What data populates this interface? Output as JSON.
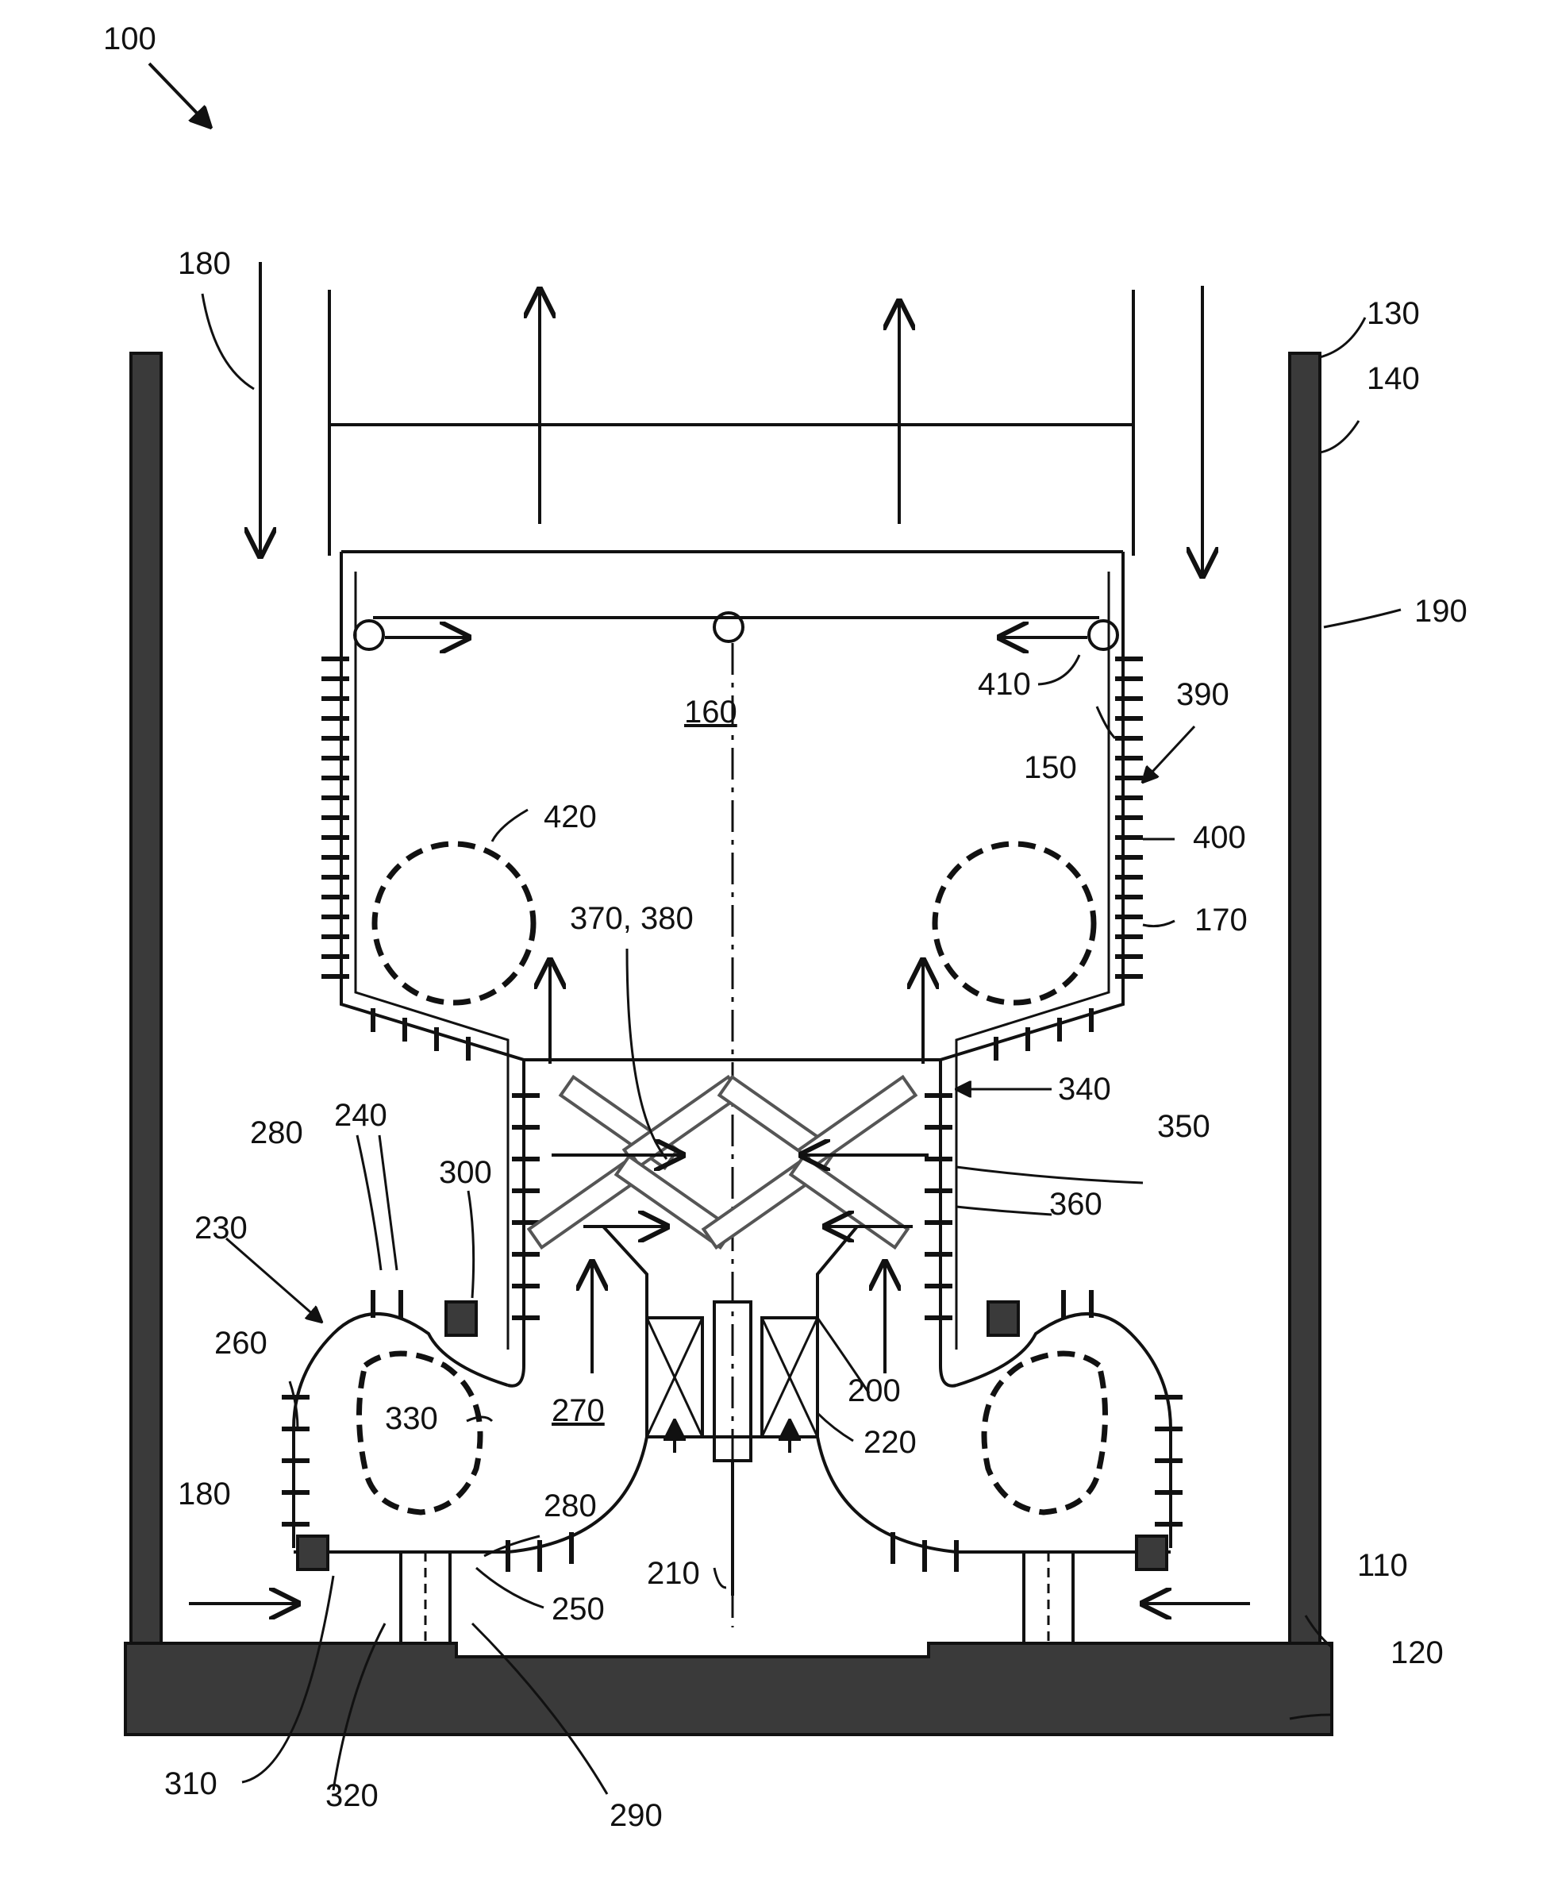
{
  "labels": {
    "l100": "100",
    "l180a": "180",
    "l180b": "180",
    "l130": "130",
    "l140": "140",
    "l190": "190",
    "l410": "410",
    "l390": "390",
    "l150": "150",
    "l160": "160",
    "l400": "400",
    "l420": "420",
    "l170": "170",
    "l370_380": "370, 380",
    "l340": "340",
    "l350": "350",
    "l280a": "280",
    "l240": "240",
    "l300": "300",
    "l360": "360",
    "l230": "230",
    "l260": "260",
    "l330": "330",
    "l270": "270",
    "l200": "200",
    "l220": "220",
    "l280b": "280",
    "l110": "110",
    "l120": "120",
    "l210": "210",
    "l250": "250",
    "l310": "310",
    "l320": "320",
    "l290": "290"
  }
}
